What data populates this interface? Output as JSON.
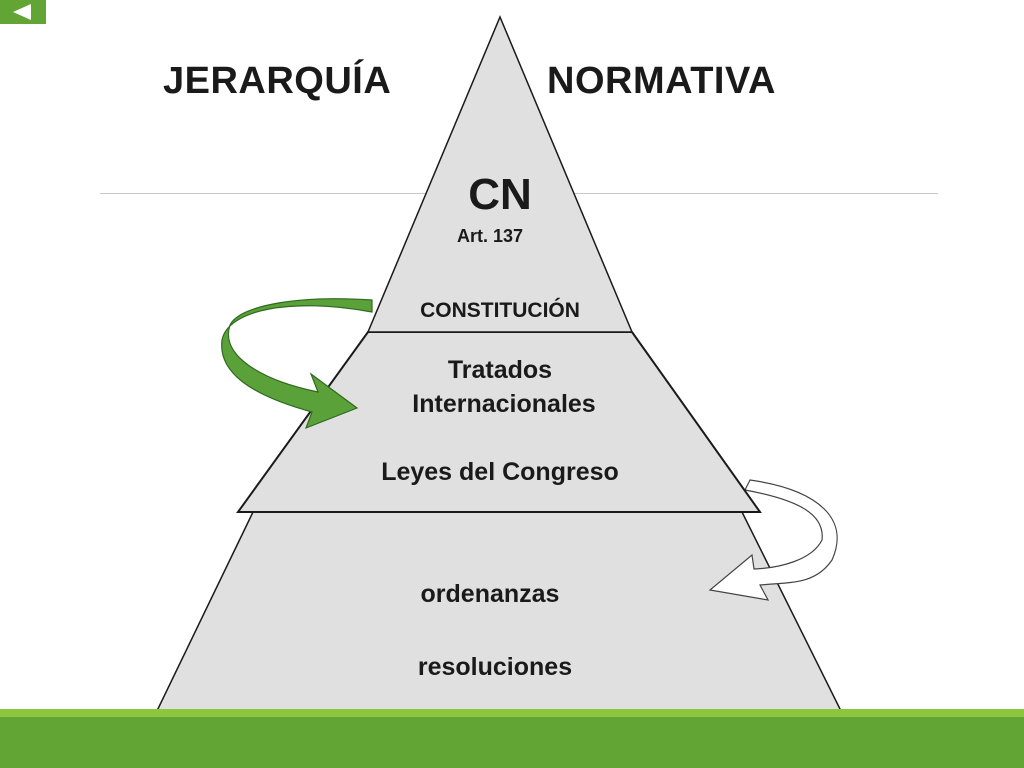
{
  "title": {
    "left": "JERARQUÍA",
    "right": "NORMATIVA"
  },
  "pyramid": {
    "top": {
      "abbr": "CN",
      "article": "Art. 137",
      "name": "CONSTITUCIÓN"
    },
    "middle": {
      "line1": "Tratados",
      "line2": "Internacionales",
      "line3": "Leyes del Congreso"
    },
    "bottom": {
      "line1": "ordenanzas",
      "line2": "resoluciones"
    }
  },
  "colors": {
    "accent_green": "#63a535",
    "footer_light": "#8cc63f",
    "arrow_green": "#5aa13a",
    "pyramid_fill": "#e0e0e0",
    "outline": "#1a1a1a"
  },
  "icons": {
    "back": "triangle-left-icon"
  }
}
